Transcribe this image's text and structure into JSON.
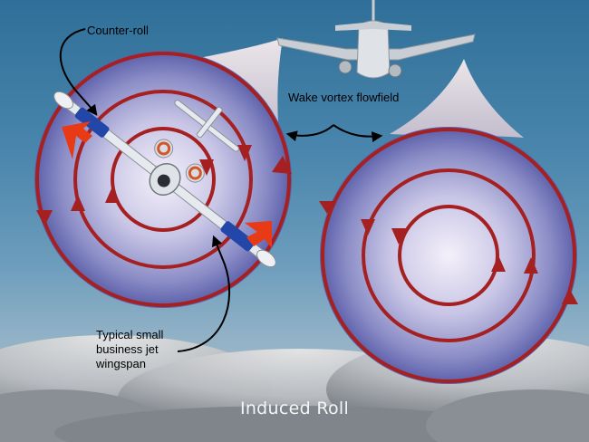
{
  "labels": {
    "counter_roll": "Counter-roll",
    "wake_vortex": "Wake vortex flowfield",
    "wingspan_line1": "Typical small",
    "wingspan_line2": "business jet",
    "wingspan_line3": "wingspan"
  },
  "caption": "Induced Roll",
  "colors": {
    "vortex_ring": "#a52020",
    "vortex_center": "#f4f0fa",
    "vortex_edge": "#5a5ea8",
    "wing_tip_tank": "#2347a8",
    "roll_arrow": "#e83a14",
    "sky_top": "#2f6f98"
  }
}
